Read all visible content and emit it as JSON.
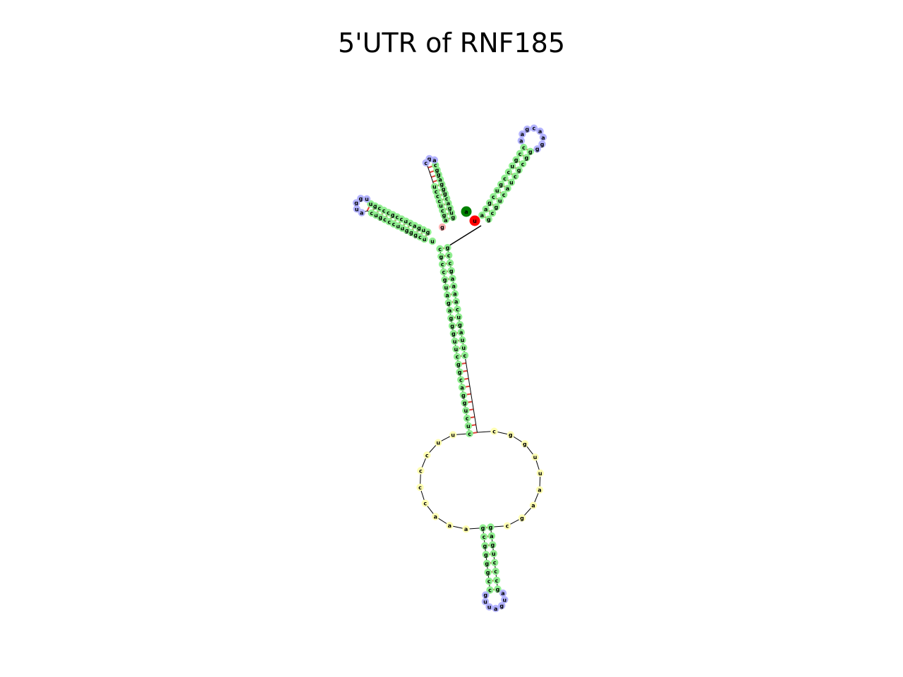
{
  "title": "5'UTR of RNF185",
  "colors": {
    "stem": "#90ee90",
    "hairpin_loop": "#b3b3ff",
    "multi_loop": "#ffb3b3",
    "internal_loop": "#ffffb3",
    "five_prime_end": "#008000",
    "three_prime_end": "#ff0000",
    "pair_line": "#e0443a",
    "backbone": "#000000"
  },
  "ends": {
    "five_prime": "a",
    "three_prime": "u"
  },
  "structure": {
    "closing_stem": {
      "left": "gg",
      "right": "ca"
    },
    "branch_left": {
      "stem_5": "gugacuccgcccgu",
      "loop": "uggua",
      "stem_3": "cugcccuugggcu"
    },
    "branch_middle": {
      "stem_5": "gugacgggaggc",
      "loop": "agc",
      "stem_3": "ucccucga"
    },
    "branch_right": {
      "stem_5": "gcgucaucgcgg",
      "loop": "ggaacgaa",
      "stem_3": "ccguccgucgaa"
    },
    "main_stem": {
      "stem_5": "cgccguagaggguucggcaggucuc",
      "internal_loop": "uuccccaaacgaauuggc",
      "stem_3": "cuuagucaaaagccg",
      "lower_stem_5": "gcggggcc",
      "hairpin_loop": "guuagua",
      "lower_stem_3": "gcccugag"
    }
  }
}
